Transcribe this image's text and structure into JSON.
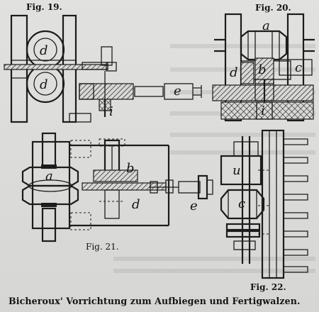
{
  "figures": {
    "fig19": {
      "caption": "Fig. 19.",
      "labels": {
        "d_upper": "d",
        "d_lower": "d",
        "e": "e",
        "i": "i"
      }
    },
    "fig20": {
      "caption": "Fig. 20.",
      "labels": {
        "a": "a",
        "d": "d",
        "b": "b",
        "c": "c",
        "i": "i"
      }
    },
    "fig21": {
      "caption": "Fig. 21.",
      "labels": {
        "a": "a",
        "b": "b",
        "d": "d",
        "e": "e"
      }
    },
    "fig22": {
      "caption": "Fig. 22.",
      "labels": {
        "u": "u",
        "c": "c"
      }
    }
  },
  "caption": "Bicheroux' Vorrichtung zum Aufbiegen und Fertigwalzen.",
  "colors": {
    "paper": "#dbdbd9",
    "ink": "#1c1c1c"
  }
}
